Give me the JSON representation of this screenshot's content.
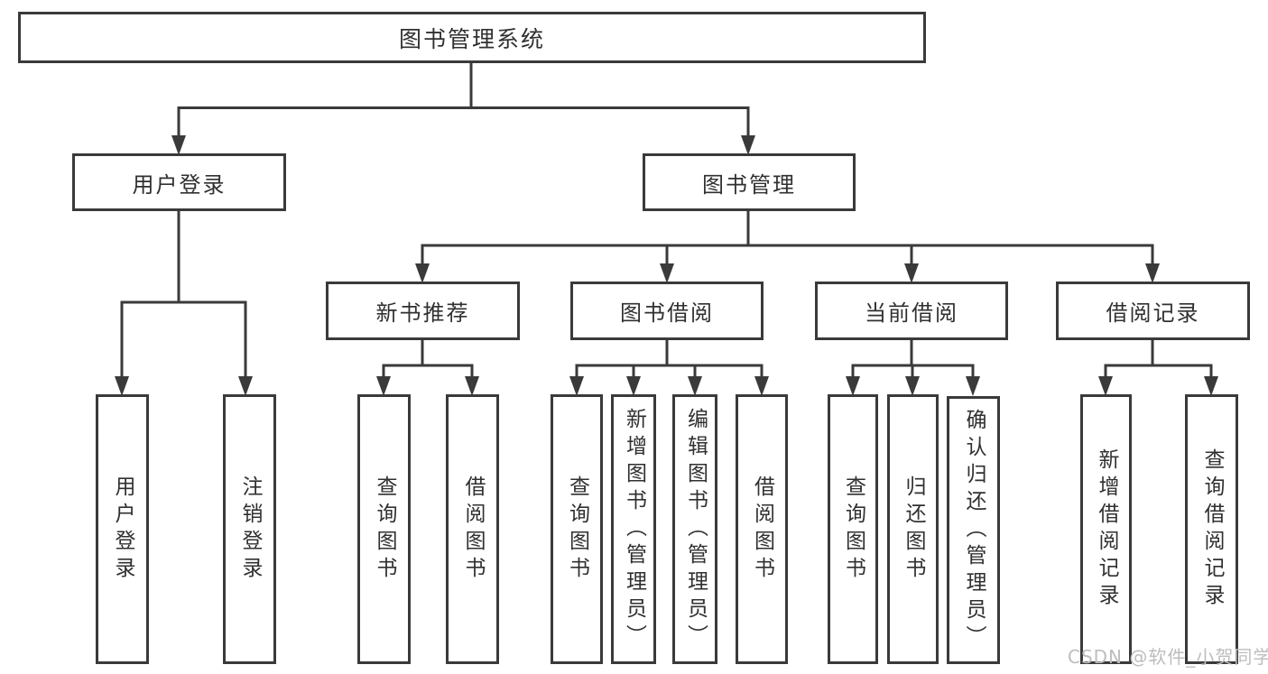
{
  "diagram_title": "图书管理系统",
  "nodes": {
    "root": "图书管理系统",
    "level1": [
      "用户登录",
      "图书管理"
    ],
    "level2": [
      "新书推荐",
      "图书借阅",
      "当前借阅",
      "借阅记录"
    ],
    "leaves": {
      "user": [
        "用户登录",
        "注销登录"
      ],
      "recommend": [
        "查询图书",
        "借阅图书"
      ],
      "borrow": [
        "查询图书",
        "新增图书（管理员）",
        "编辑图书（管理员）",
        "借阅图书"
      ],
      "current": [
        "查询图书",
        "归还图书",
        "确认归还（管理员）"
      ],
      "records": [
        "新增借阅记录",
        "查询借阅记录"
      ]
    }
  },
  "watermark": "CSDN @软件_小贺同学",
  "colors": {
    "line": "#3a3a3a",
    "text": "#303030",
    "watermark": "#bdbdbd",
    "background": "#ffffff"
  }
}
